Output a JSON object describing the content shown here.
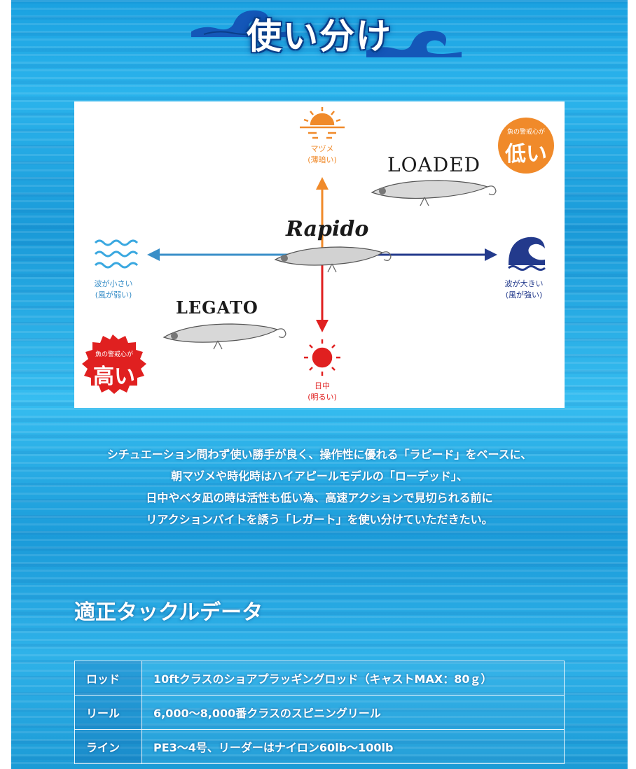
{
  "header": {
    "title": "使い分け"
  },
  "diagram": {
    "top_label": "マヅメ",
    "top_sub": "(薄暗い)",
    "bottom_label": "日中",
    "bottom_sub": "(明るい)",
    "left_label": "波が小さい",
    "left_sub": "(風が弱い)",
    "right_label": "波が大きい",
    "right_sub": "(風が強い)",
    "badge_low_small": "魚の警戒心が",
    "badge_low_big": "低い",
    "badge_high_small": "魚の警戒心が",
    "badge_high_big": "高い",
    "brand_loaded": "LOADED",
    "brand_rapido": "Rapido",
    "brand_legato": "LEGATO",
    "colors": {
      "orange": "#f08a2a",
      "red": "#e02020",
      "blue": "#3a8fc8",
      "navy": "#233a8c"
    }
  },
  "description": {
    "lines": [
      "シチュエーション問わず使い勝手が良く、操作性に優れる「ラピード」をベースに、",
      "朝マヅメや時化時はハイアピールモデルの「ローデッド」、",
      "日中やベタ凪の時は活性も低い為、高速アクションで見切られる前に",
      "リアクションバイトを誘う「レガート」を使い分けていただきたい。"
    ]
  },
  "tackle": {
    "title": "適正タックルデータ",
    "rows": [
      {
        "key": "ロッド",
        "value": "10ftクラスのショアプラッギングロッド（キャストMAX：80ｇ）"
      },
      {
        "key": "リール",
        "value": "6,000～8,000番クラスのスピニングリール"
      },
      {
        "key": "ライン",
        "value": "PE3～4号、リーダーはナイロン60lb～100lb"
      }
    ]
  }
}
